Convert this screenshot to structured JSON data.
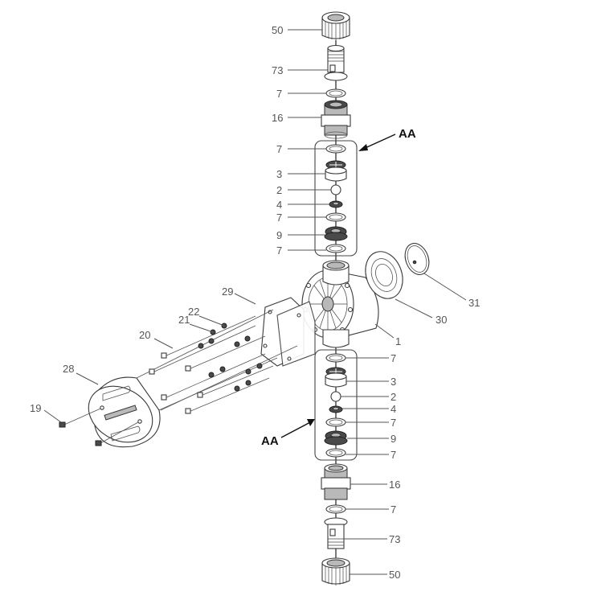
{
  "diagram": {
    "type": "exploded-parts-diagram",
    "subject": "diaphragm metering pump liquid end",
    "group_label": "AA",
    "callouts": {
      "top_50": "50",
      "top_73": "73",
      "top_7a": "7",
      "top_16": "16",
      "top_7b": "7",
      "top_3": "3",
      "top_2": "2",
      "top_4": "4",
      "top_7c": "7",
      "top_9": "9",
      "top_7d": "7",
      "body_1": "1",
      "diaphragm_30": "30",
      "disc_31": "31",
      "spacer_29": "29",
      "washer_22": "22",
      "washer_21": "21",
      "bolt_20": "20",
      "cover_28": "28",
      "screw_19": "19",
      "bot_7a": "7",
      "bot_3": "3",
      "bot_2": "2",
      "bot_4": "4",
      "bot_7b": "7",
      "bot_9": "9",
      "bot_7c": "7",
      "bot_16": "16",
      "bot_7d": "7",
      "bot_73": "73",
      "bot_50": "50"
    },
    "assembly_groups": [
      {
        "label": "AA",
        "position": "upper",
        "parts": [
          "7",
          "3",
          "2",
          "4",
          "7",
          "9",
          "7"
        ]
      },
      {
        "label": "AA",
        "position": "lower",
        "parts": [
          "7",
          "3",
          "2",
          "4",
          "7",
          "9",
          "7"
        ]
      }
    ],
    "colors": {
      "line": "#3a3a3a",
      "label": "#555555",
      "background": "#ffffff"
    }
  }
}
